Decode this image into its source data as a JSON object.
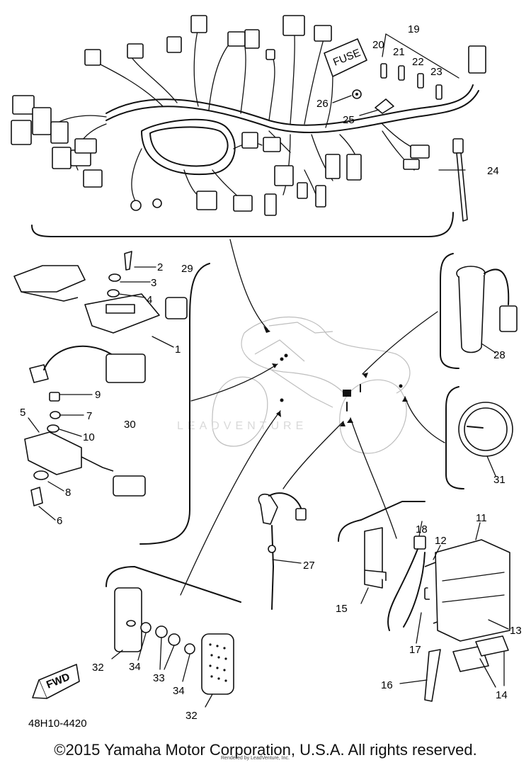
{
  "diagram": {
    "part_code": "48H10-4420",
    "fwd_label": "FWD",
    "fuse_label": "FUSE",
    "callouts": {
      "c1": "1",
      "c2": "2",
      "c3": "3",
      "c4": "4",
      "c5": "5",
      "c6": "6",
      "c7": "7",
      "c8": "8",
      "c9": "9",
      "c10": "10",
      "c11": "11",
      "c12": "12",
      "c13": "13",
      "c14": "14",
      "c15": "15",
      "c16": "16",
      "c17": "17",
      "c18": "18",
      "c19": "19",
      "c20": "20",
      "c21": "21",
      "c22": "22",
      "c23": "23",
      "c24": "24",
      "c25": "25",
      "c26": "26",
      "c27": "27",
      "c28": "28",
      "c29": "29",
      "c30": "30",
      "c31": "31",
      "c32a": "32",
      "c32b": "32",
      "c33": "33",
      "c34a": "34",
      "c34b": "34"
    }
  },
  "watermark": "LEADVENTURE",
  "footer": {
    "copyright": "©2015 Yamaha Motor Corporation, U.S.A. All rights reserved.",
    "render_note": "Rendered by LeadVenture, Inc."
  }
}
